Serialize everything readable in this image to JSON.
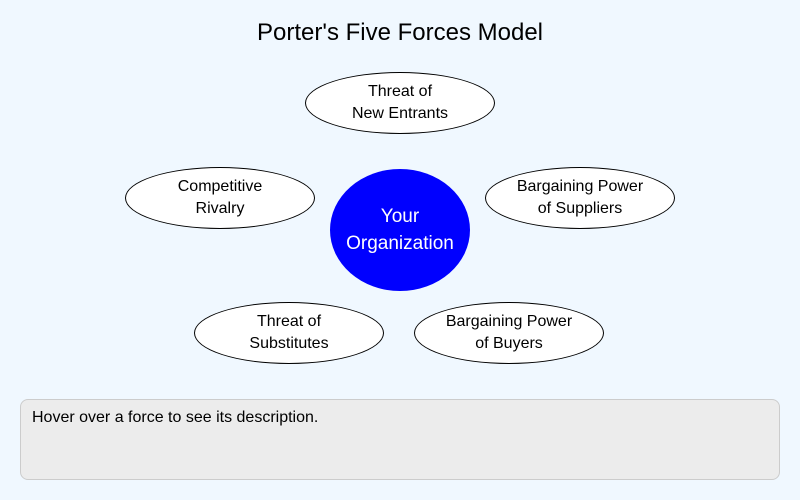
{
  "title": "Porter's Five Forces Model",
  "center": {
    "line1": "Your",
    "line2": "Organization"
  },
  "forces": [
    {
      "name": "threat-of-new-entrants",
      "line1": "Threat of",
      "line2": "New Entrants"
    },
    {
      "name": "competitive-rivalry",
      "line1": "Competitive",
      "line2": "Rivalry"
    },
    {
      "name": "bargaining-power-of-suppliers",
      "line1": "Bargaining Power",
      "line2": "of Suppliers"
    },
    {
      "name": "threat-of-substitutes",
      "line1": "Threat of",
      "line2": "Substitutes"
    },
    {
      "name": "bargaining-power-of-buyers",
      "line1": "Bargaining Power",
      "line2": "of Buyers"
    }
  ],
  "description_panel": {
    "text": "Hover over a force to see its description."
  },
  "colors": {
    "background": "#f0f8ff",
    "center_fill": "#0000ff",
    "center_text": "#ffffff",
    "ellipse_fill": "#ffffff",
    "ellipse_border": "#000000",
    "panel_background": "#ececec",
    "panel_border": "#cccccc"
  }
}
